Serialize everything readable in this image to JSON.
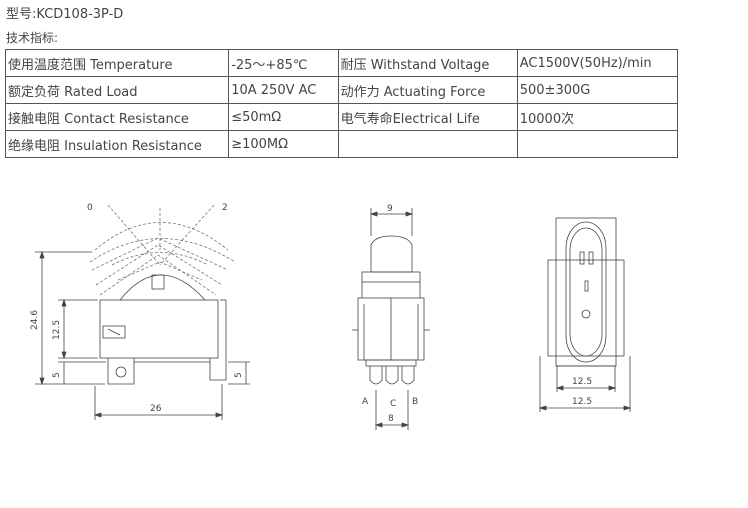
{
  "header": {
    "model": "型号:KCD108-3P-D",
    "spec_heading": "技术指标:"
  },
  "specs": {
    "rows": [
      {
        "label_1": "使用温度范围 Temperature",
        "value_1": "-25～+85℃",
        "label_2": "耐压 Withstand Voltage",
        "value_2": "AC1500V(50Hz)/min"
      },
      {
        "label_1": "额定负荷 Rated Load",
        "value_1": "10A 250V AC",
        "label_2": "动作力 Actuating Force",
        "value_2": "500±300G"
      },
      {
        "label_1": "接触电阻 Contact Resistance",
        "value_1": "≤50mΩ",
        "label_2": "电气寿命Electrical Life",
        "value_2": "10000次"
      },
      {
        "label_1": "绝缘电阻 Insulation Resistance",
        "value_1": "≥100MΩ",
        "label_2": "",
        "value_2": ""
      }
    ]
  },
  "drawing": {
    "side": {
      "pos_left": "0",
      "pos_right": "2",
      "dim_height": "24.6",
      "dim_body": "12.5",
      "dim_terminal": "5",
      "dim_terminal_right": "5",
      "dim_width": "26"
    },
    "front": {
      "dim_top": "9",
      "dim_bottom": "8",
      "terminal_a": "A",
      "terminal_c": "C",
      "terminal_b": "B"
    },
    "top": {
      "dim_inner": "12.5",
      "dim_outer": "12.5"
    }
  },
  "colors": {
    "line": "#444444",
    "dashed": "#777777",
    "border": "#555555"
  }
}
